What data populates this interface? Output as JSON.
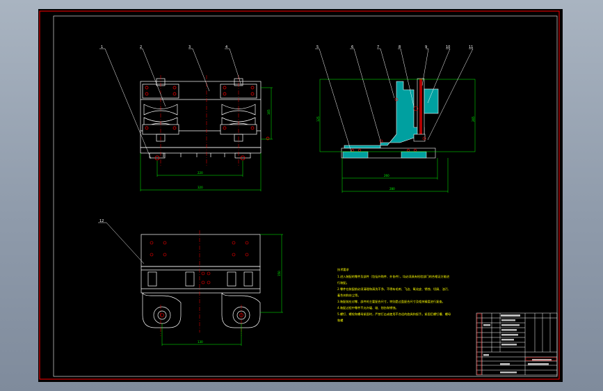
{
  "colors": {
    "background": "#000000",
    "border": "#ff0000",
    "part": "#ffffff",
    "dimension": "#00ff00",
    "centerline": "#ff0000",
    "section_fill": "#00a0a0",
    "hole": "#ff0000",
    "notes_text": "#ffff00"
  },
  "callouts": {
    "c1": "1",
    "c2": "2",
    "c3": "3",
    "c4": "4",
    "c5": "5",
    "c6": "6",
    "c7": "7",
    "c8": "8",
    "c9": "9",
    "c10": "10",
    "c11": "11",
    "c12": "12"
  },
  "dimensions": {
    "front_inner_width": "220",
    "front_overall_width": "320",
    "front_height": "165",
    "side_inner_width": "260",
    "side_overall_width": "280",
    "side_height_left": "125",
    "side_height_right": "265",
    "top_depth": "150",
    "top_wheel_span": "130"
  },
  "notes": {
    "title": "技术要求",
    "lines": [
      "1.进入装配的零件及部件（包括外购件、外协件），均必须具有检验部门的合格证方能进",
      "行装配。",
      "2.零件在装配前必须清理和清洗干净，不得有毛刺、飞边、氧化皮、锈蚀、切屑、油污、",
      "着色剂和灰尘等。",
      "3.装配前应对零、部件的主要配合尺寸，特别是过盈配合尺寸及相关精度进行复查。",
      "4.装配过程中零件不允许磕、碰、划伤和锈蚀。",
      "5.螺钉、螺栓和螺母紧固时，严禁打击或使用不合适的旋具和扳手。紧固后螺钉槽、螺母",
      "和螺"
    ]
  },
  "title_block": {
    "drawing_name": "",
    "rows": [
      "",
      "",
      "",
      "",
      "",
      "",
      ""
    ]
  }
}
